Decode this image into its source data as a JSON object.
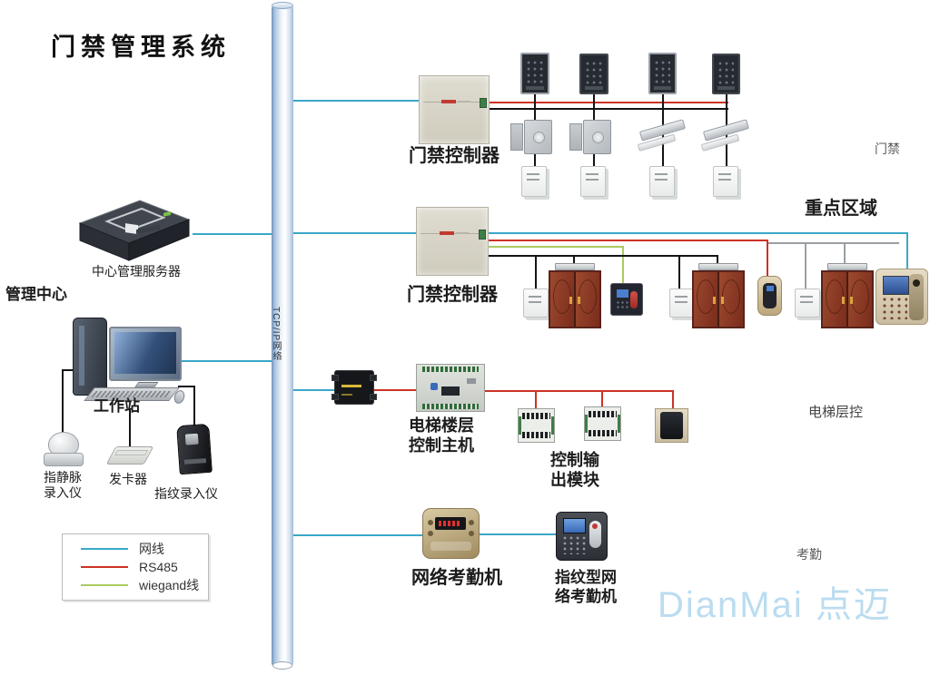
{
  "title": "门禁管理系统",
  "backbone": {
    "label": "TCP/IP网络"
  },
  "management": {
    "zone_label": "管理中心",
    "server_label": "中心管理服务器",
    "workstation_label": "工作站",
    "vein_label_l1": "指静脉",
    "vein_label_l2": "录入仪",
    "card_issuer_label": "发卡器",
    "fingerprint_label": "指纹录入仪"
  },
  "legend": {
    "items": [
      {
        "label": "网线",
        "color": "#3AA7C8"
      },
      {
        "label": "RS485",
        "color": "#CC3226"
      },
      {
        "label": "wiegand线",
        "color": "#AACB5F"
      }
    ]
  },
  "access_section": {
    "controller_label": "门禁控制器",
    "zone_label": "门禁"
  },
  "key_area_section": {
    "controller_label": "门禁控制器",
    "zone_label": "重点区域"
  },
  "elevator_section": {
    "host_label_l1": "电梯楼层",
    "host_label_l2": "控制主机",
    "output_label_l1": "控制输",
    "output_label_l2": "出模块",
    "zone_label": "电梯层控"
  },
  "attendance_section": {
    "network_machine_label": "网络考勤机",
    "fp_machine_label_l1": "指纹型网",
    "fp_machine_label_l2": "络考勤机",
    "zone_label": "考勤"
  },
  "watermark": "DianMai 点迈",
  "colors": {
    "network_wire": "#3AA7C8",
    "rs485_wire": "#CC3226",
    "wiegand_wire": "#AACB5F",
    "signal_wire": "#141414",
    "watermark": "#BBDCF0"
  }
}
